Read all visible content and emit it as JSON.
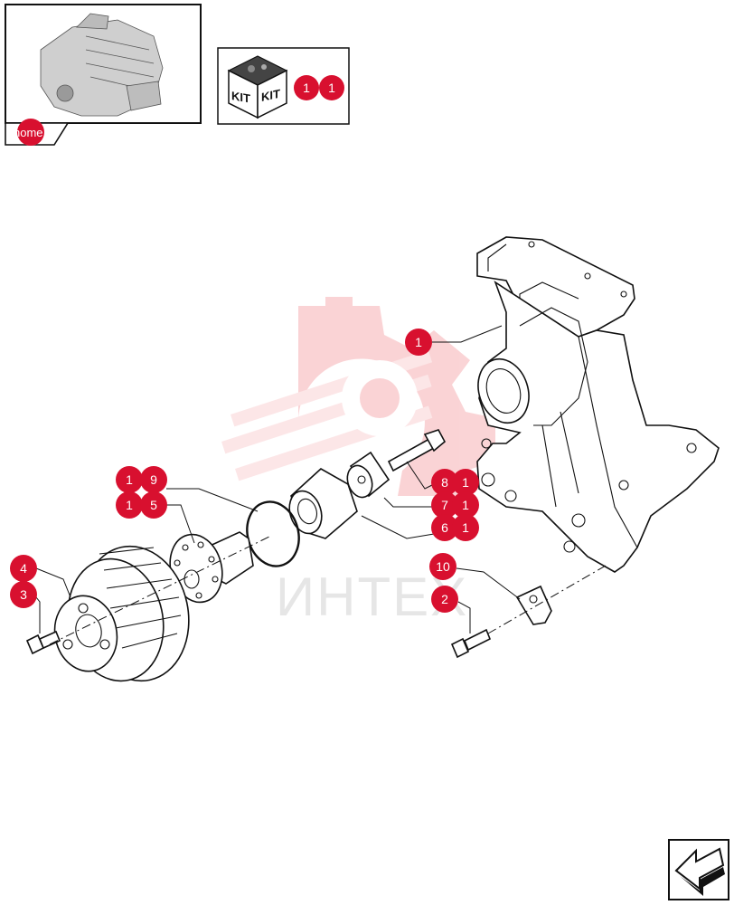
{
  "thumb_label": "home",
  "kit_text": "KIT",
  "watermark_text": "ИНТЕХ",
  "colors": {
    "callout": "#d8102f",
    "watermark": "#f6b0b4"
  },
  "kit_refs": [
    {
      "id": "kit-ref-1",
      "label": "1"
    },
    {
      "id": "kit-ref-2",
      "label": "1"
    }
  ],
  "callouts": [
    {
      "id": "callout-1-bracket",
      "label": "1"
    },
    {
      "id": "callout-19-a",
      "label": "1"
    },
    {
      "id": "callout-19-b",
      "label": "9"
    },
    {
      "id": "callout-15-a",
      "label": "1"
    },
    {
      "id": "callout-15-b",
      "label": "5"
    },
    {
      "id": "callout-4",
      "label": "4"
    },
    {
      "id": "callout-3",
      "label": "3"
    },
    {
      "id": "callout-8",
      "label": "8"
    },
    {
      "id": "callout-8-1",
      "label": "1"
    },
    {
      "id": "callout-7",
      "label": "7"
    },
    {
      "id": "callout-7-1",
      "label": "1"
    },
    {
      "id": "callout-6",
      "label": "6"
    },
    {
      "id": "callout-6-1",
      "label": "1"
    },
    {
      "id": "callout-10",
      "label": "10"
    },
    {
      "id": "callout-2",
      "label": "2"
    }
  ]
}
